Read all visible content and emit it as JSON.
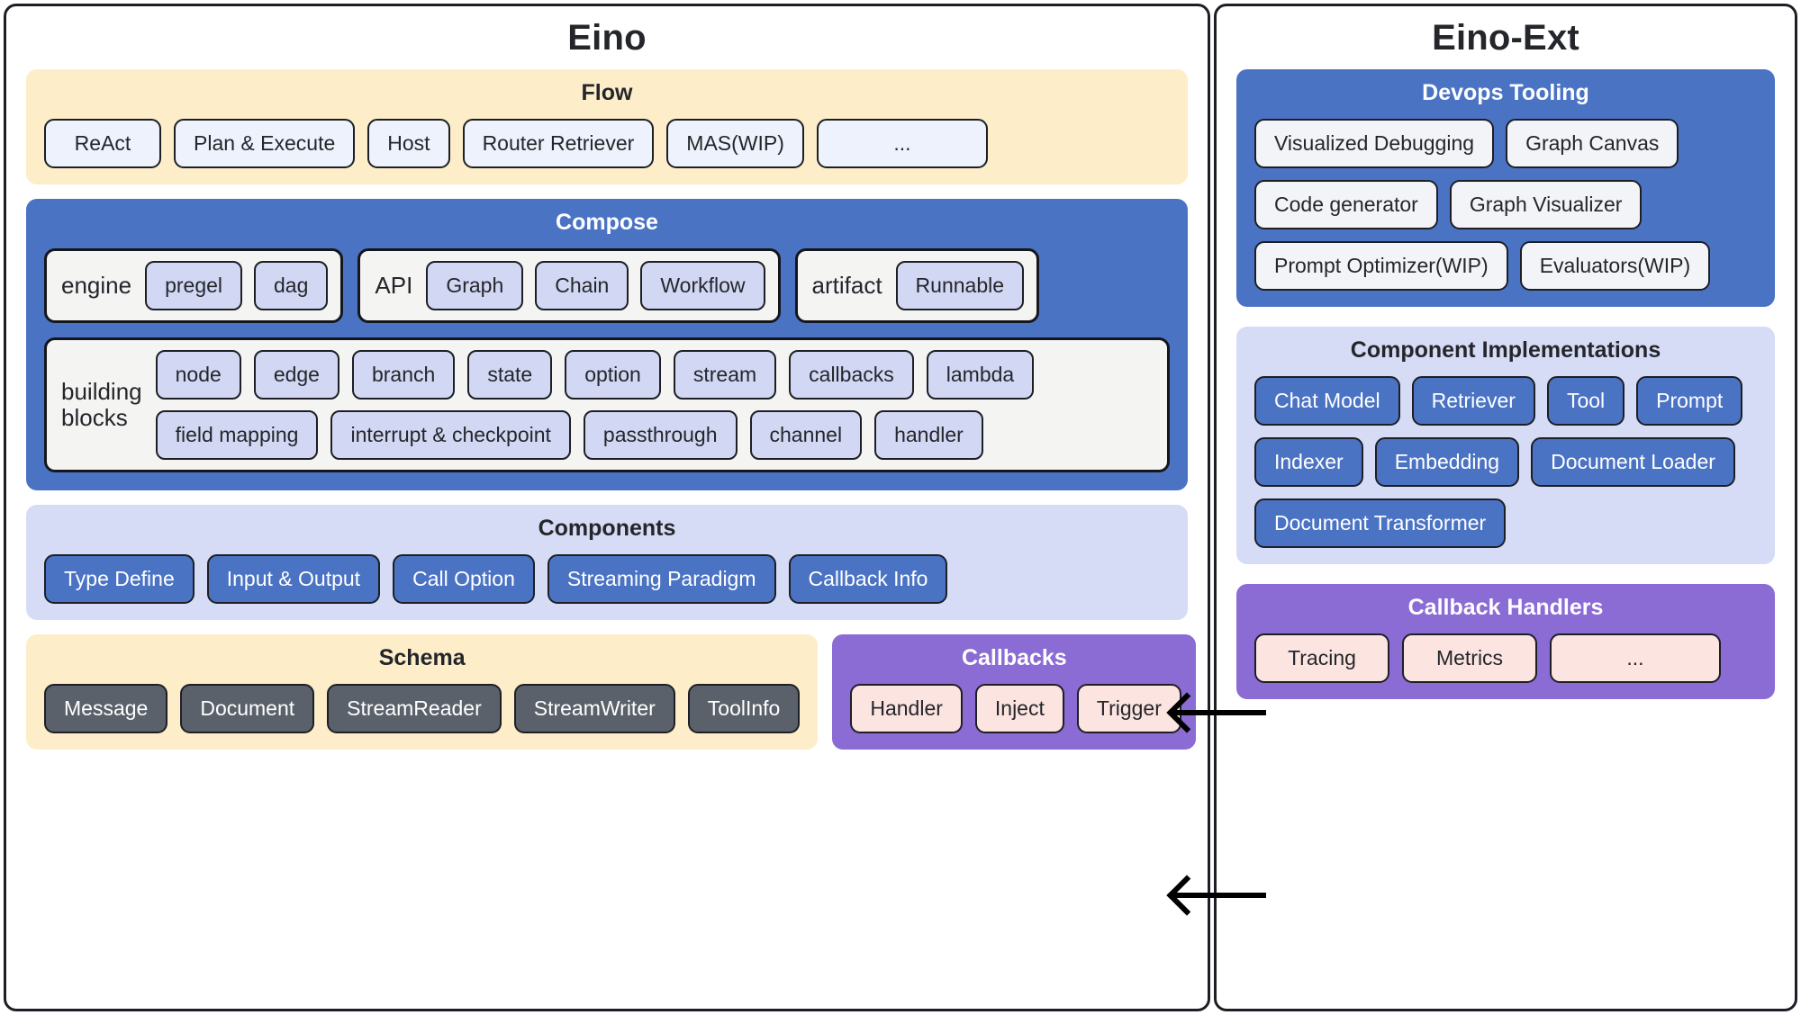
{
  "left_panel": {
    "title": "Eino",
    "flow": {
      "title": "Flow",
      "items": [
        "ReAct",
        "Plan & Execute",
        "Host",
        "Router Retriever",
        "MAS(WIP)",
        "..."
      ]
    },
    "compose": {
      "title": "Compose",
      "groups": [
        {
          "label": "engine",
          "items": [
            "pregel",
            "dag"
          ]
        },
        {
          "label": "API",
          "items": [
            "Graph",
            "Chain",
            "Workflow"
          ]
        },
        {
          "label": "artifact",
          "items": [
            "Runnable"
          ]
        }
      ],
      "building_blocks": {
        "label_line1": "building",
        "label_line2": "blocks",
        "row1": [
          "node",
          "edge",
          "branch",
          "state",
          "option",
          "stream",
          "callbacks",
          "lambda"
        ],
        "row2": [
          "field mapping",
          "interrupt & checkpoint",
          "passthrough",
          "channel",
          "handler"
        ]
      }
    },
    "components": {
      "title": "Components",
      "items": [
        "Type Define",
        "Input & Output",
        "Call Option",
        "Streaming Paradigm",
        "Callback Info"
      ]
    },
    "schema": {
      "title": "Schema",
      "items": [
        "Message",
        "Document",
        "StreamReader",
        "StreamWriter",
        "ToolInfo"
      ]
    },
    "callbacks": {
      "title": "Callbacks",
      "items": [
        "Handler",
        "Inject",
        "Trigger"
      ]
    }
  },
  "right_panel": {
    "title": "Eino-Ext",
    "devops": {
      "title": "Devops Tooling",
      "items": [
        "Visualized Debugging",
        "Graph Canvas",
        "Code generator",
        "Graph Visualizer",
        "Prompt Optimizer(WIP)",
        "Evaluators(WIP)"
      ]
    },
    "component_implementations": {
      "title": "Component Implementations",
      "items": [
        "Chat Model",
        "Retriever",
        "Tool",
        "Prompt",
        "Indexer",
        "Embedding",
        "Document Loader",
        "Document Transformer"
      ]
    },
    "callback_handlers": {
      "title": "Callback Handlers",
      "items": [
        "Tracing",
        "Metrics",
        "..."
      ]
    }
  },
  "connectors": [
    {
      "name": "component-implementations-to-components",
      "direction": "left"
    },
    {
      "name": "callback-handlers-to-callbacks",
      "direction": "left"
    }
  ],
  "colors": {
    "flow_bg": "#fdeec9",
    "compose_bg": "#4b73c4",
    "components_bg": "#d6dcf5",
    "callbacks_bg": "#8b6bd4",
    "schema_chip_bg": "#5b616b",
    "callback_chip_bg": "#fce4e0",
    "border": "#1d1f25"
  }
}
